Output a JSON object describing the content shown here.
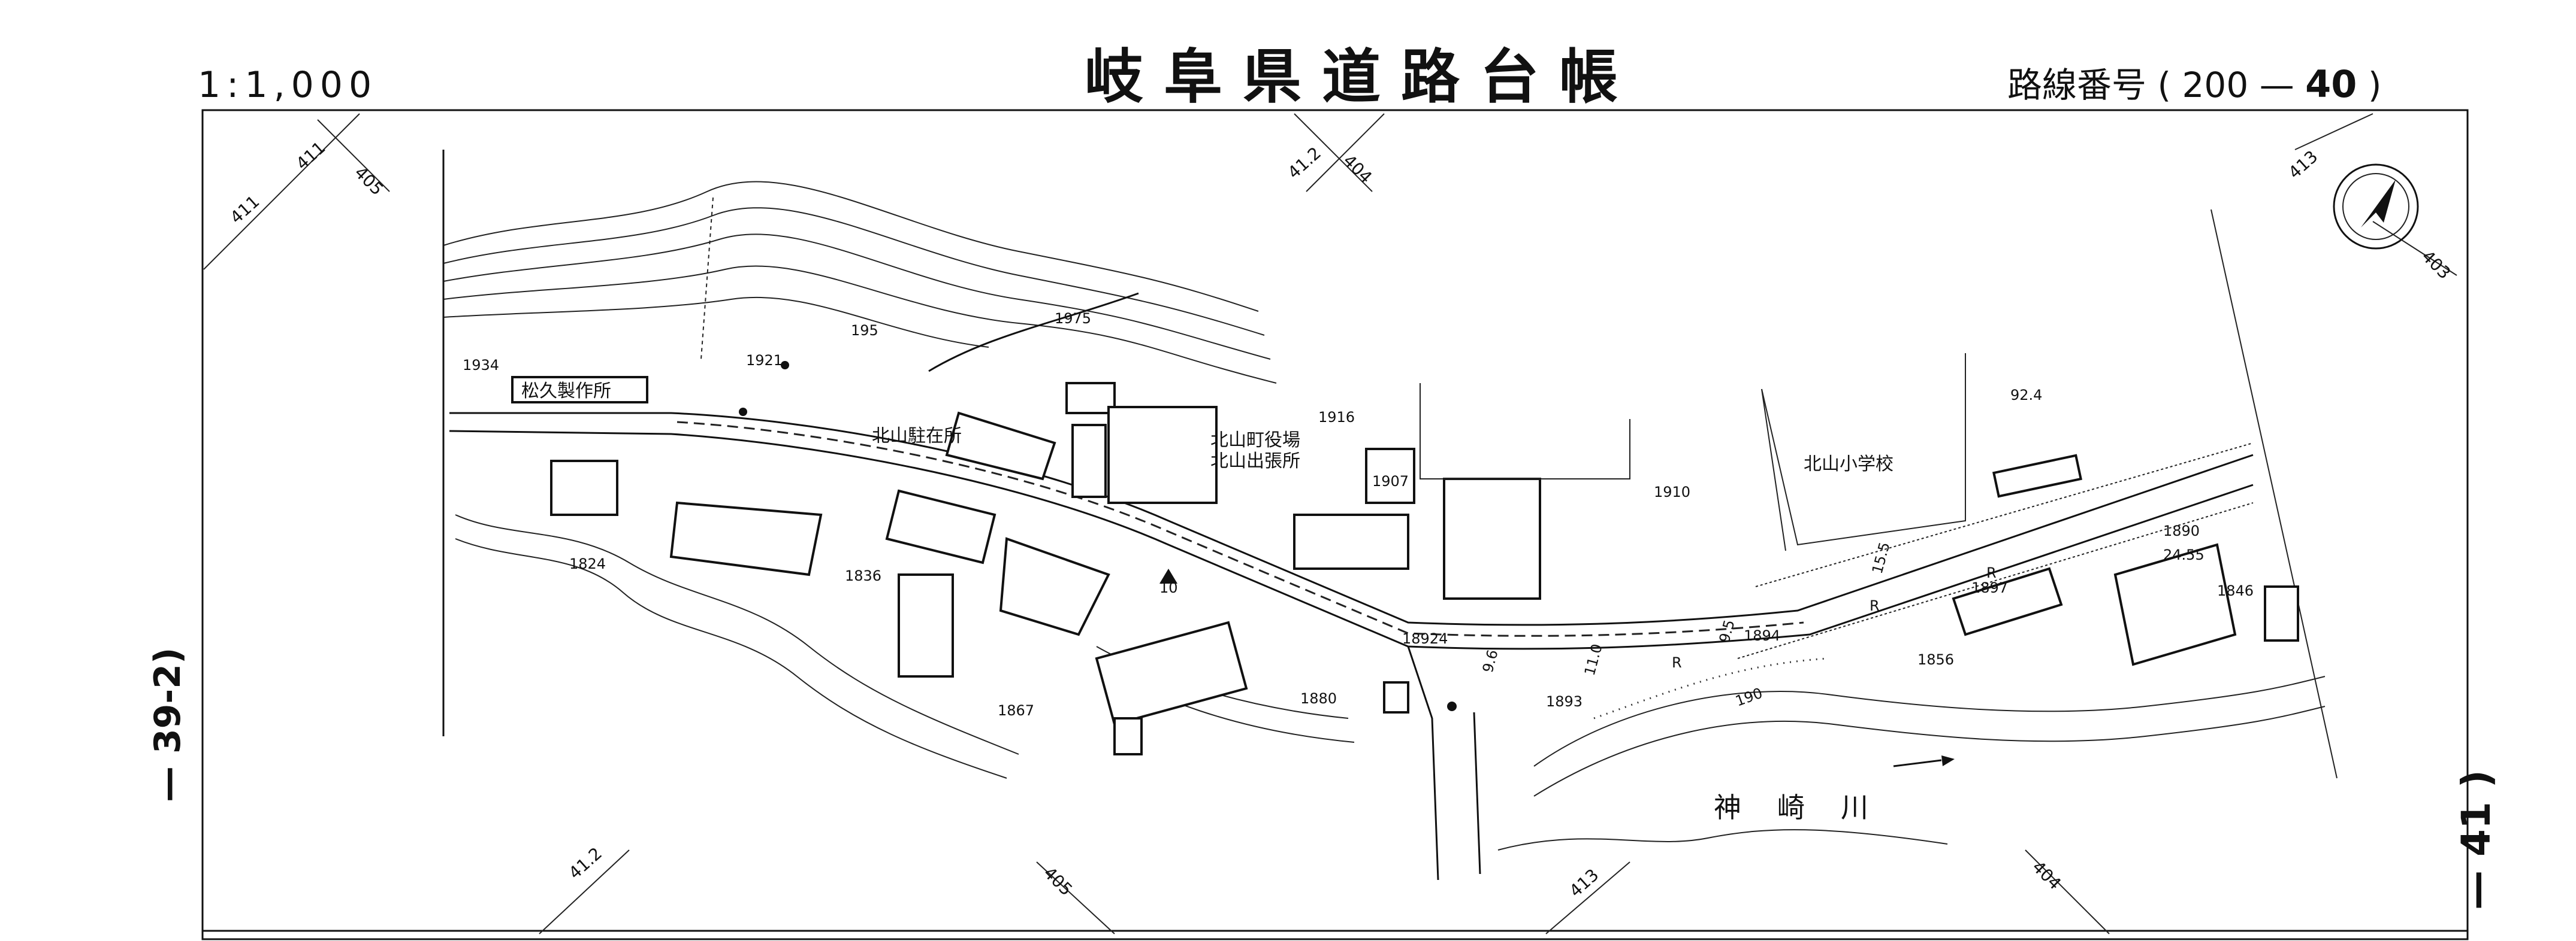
{
  "header": {
    "scale": "1:1,000",
    "title": "岐阜県道路台帳",
    "route_label": "路線番号",
    "route_open": "(",
    "route_number_a": "200",
    "route_sep": "—",
    "route_number_b": "40",
    "route_close": ")"
  },
  "side_labels": {
    "left": "— 39-2)",
    "right": "— 41 )"
  },
  "map": {
    "places": {
      "factory": "松久製作所",
      "parking": "北山駐在所",
      "town_office": "北山町役場",
      "branch_office": "北山出張所",
      "school": "北山小学校",
      "river": "神崎川"
    },
    "grid_labels": {
      "tl_a": "411",
      "tl_b": "411",
      "tl_c": "405",
      "tc_a": "41.2",
      "tc_b": "404",
      "tr_a": "413",
      "tr_b": "403",
      "bl_a": "41.2",
      "bc_a": "405",
      "bc_b": "413",
      "br_a": "404"
    },
    "elevations": {
      "e1934": "1934",
      "e1921": "1921",
      "e1975": "1975",
      "e195": "195",
      "e1916": "1916",
      "e1907": "1907",
      "e1910": "1910",
      "e924": "92.4",
      "e1824": "1824",
      "e1836": "1836",
      "e1867": "1867",
      "e1880": "1880",
      "e18924": "18924",
      "e1893": "1893",
      "e1894": "1894",
      "e1897": "1897",
      "e1890": "1890",
      "e2455": "24.55",
      "e1846": "1846",
      "e1856": "1856",
      "e96": "9.6",
      "e110": "11.0",
      "e95": "9.5",
      "e155": "15.5",
      "e190": "190",
      "n10": "10"
    },
    "road_symbols": {
      "r": "R"
    },
    "icons": [
      "north-arrow-icon"
    ]
  }
}
